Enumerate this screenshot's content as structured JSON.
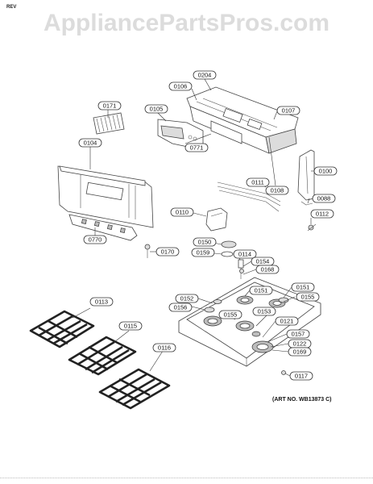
{
  "header": {
    "rev_label": "REV",
    "watermark": "AppliancePartsPros.com"
  },
  "art_number": "(ART NO. WB13873 C)",
  "callouts": [
    {
      "id": "c0204",
      "label": "0204"
    },
    {
      "id": "c0106",
      "label": "0106"
    },
    {
      "id": "c0107",
      "label": "0107"
    },
    {
      "id": "c0171",
      "label": "0171"
    },
    {
      "id": "c0105",
      "label": "0105"
    },
    {
      "id": "c0771",
      "label": "0771"
    },
    {
      "id": "c0104",
      "label": "0104"
    },
    {
      "id": "c0100",
      "label": "0100"
    },
    {
      "id": "c0111",
      "label": "0111"
    },
    {
      "id": "c0108",
      "label": "0108"
    },
    {
      "id": "c0088",
      "label": "0088"
    },
    {
      "id": "c0110",
      "label": "0110"
    },
    {
      "id": "c0112",
      "label": "0112"
    },
    {
      "id": "c0770",
      "label": "0770"
    },
    {
      "id": "c0150",
      "label": "0150"
    },
    {
      "id": "c0159",
      "label": "0159"
    },
    {
      "id": "c0114",
      "label": "0114"
    },
    {
      "id": "c0154",
      "label": "0154"
    },
    {
      "id": "c0170",
      "label": "0170"
    },
    {
      "id": "c0168",
      "label": "0168"
    },
    {
      "id": "c0151a",
      "label": "0151"
    },
    {
      "id": "c0151b",
      "label": "0151"
    },
    {
      "id": "c0155a",
      "label": "0155"
    },
    {
      "id": "c0152",
      "label": "0152"
    },
    {
      "id": "c0156",
      "label": "0156"
    },
    {
      "id": "c0155b",
      "label": "0155"
    },
    {
      "id": "c0153",
      "label": "0153"
    },
    {
      "id": "c0113",
      "label": "0113"
    },
    {
      "id": "c0121",
      "label": "0121"
    },
    {
      "id": "c0115",
      "label": "0115"
    },
    {
      "id": "c0157",
      "label": "0157"
    },
    {
      "id": "c0122",
      "label": "0122"
    },
    {
      "id": "c0116",
      "label": "0116"
    },
    {
      "id": "c0169",
      "label": "0169"
    },
    {
      "id": "c0117",
      "label": "0117"
    }
  ]
}
